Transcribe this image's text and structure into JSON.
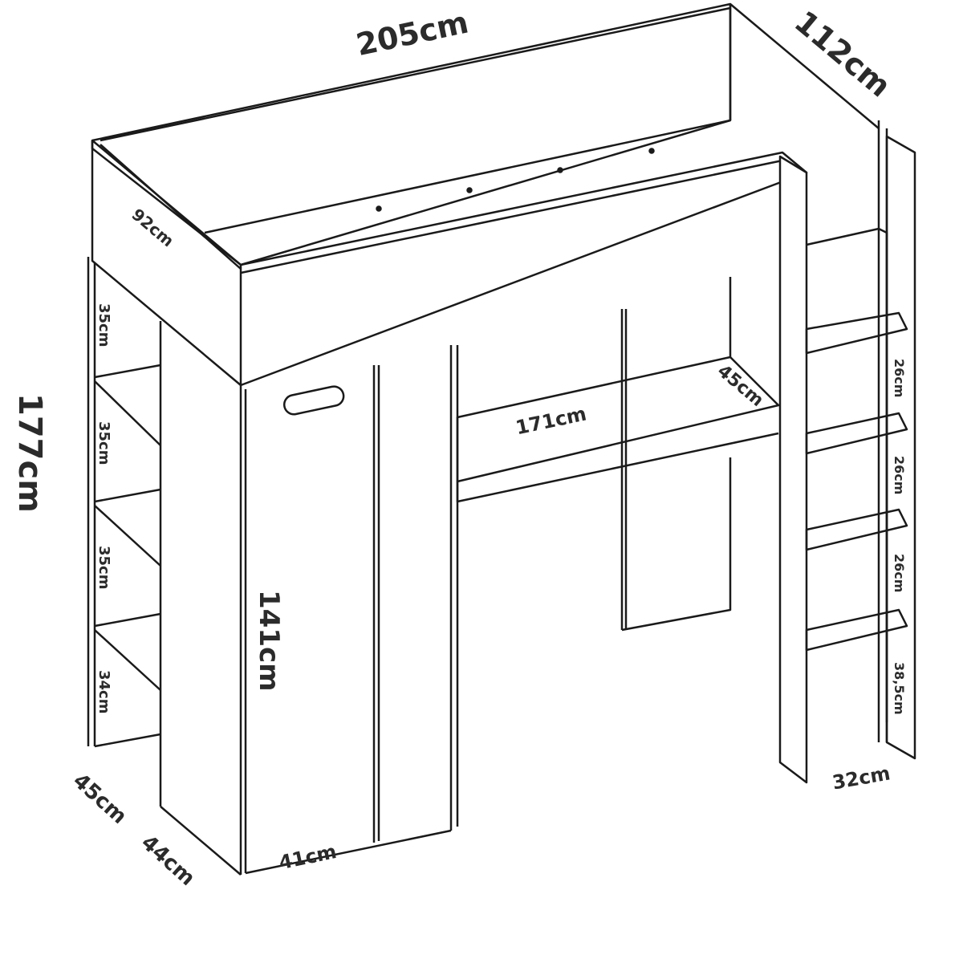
{
  "diagram": {
    "subject": "Loft bed with wardrobe, shelves, desk and ladder",
    "dimensions": {
      "total_length": "205cm",
      "total_depth": "112cm",
      "total_height": "177cm",
      "bed_inner_width": "92cm",
      "desk_length": "171cm",
      "desk_depth": "45cm",
      "wardrobe_height": "141cm",
      "wardrobe_width": "41cm",
      "wardrobe_depth": "44cm",
      "shelf_depth": "45cm",
      "shelf_heights": [
        "35cm",
        "35cm",
        "35cm",
        "34cm"
      ],
      "ladder_step_heights": [
        "26cm",
        "26cm",
        "26cm",
        "38,5cm"
      ],
      "ladder_width": "32cm"
    }
  },
  "colors": {
    "line": "#1a1a1a",
    "text": "#2b2b2b",
    "background": "#ffffff"
  }
}
